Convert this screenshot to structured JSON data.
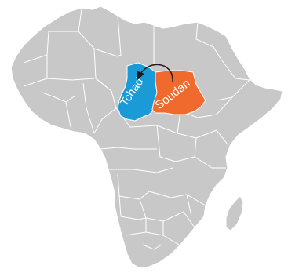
{
  "map": {
    "countries": {
      "chad": {
        "label": "Tchad",
        "color": "#1a9bd7"
      },
      "sudan": {
        "label": "Soudan",
        "color": "#ef6a2c"
      }
    },
    "land_color": "#c8c8c8",
    "border_color": "#ffffff",
    "arrow": {
      "from": "sudan",
      "to": "chad",
      "color": "#1a1a1a"
    }
  }
}
